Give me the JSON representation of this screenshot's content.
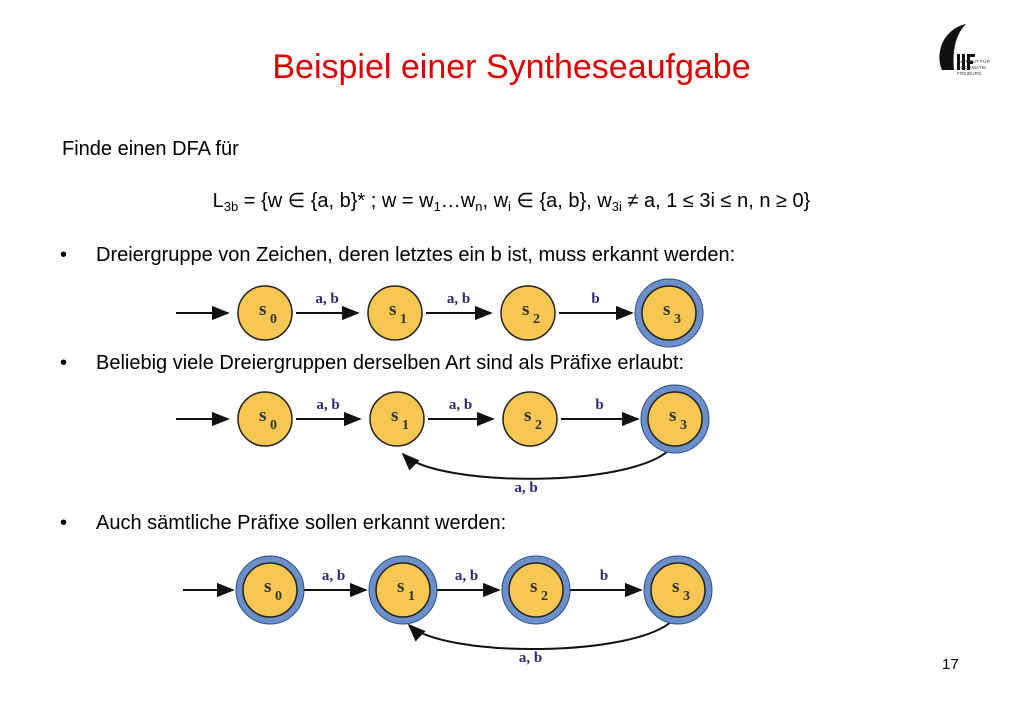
{
  "slide": {
    "title": "Beispiel einer Syntheseaufgabe",
    "intro": "Finde einen DFA für",
    "formula": {
      "L": "L",
      "L_sub": "3b",
      "p1": " = {w ",
      "elem1": "∈",
      "p2": " {a, b}* ; w = w",
      "w_sub1": "1",
      "dots": "…w",
      "w_subn": "n",
      "p3": ", w",
      "w_subi": "i",
      "p4": " ",
      "elem2": "∈",
      "p5": " {a, b}, w",
      "w_sub3i": "3i",
      "p6": " ≠ a, 1 ≤ 3i ≤ n, n ≥ 0}"
    },
    "bullets": [
      "Dreiergruppe von Zeichen, deren letztes ein b ist, muss erkannt werden:",
      "Beliebig viele Dreiergruppen derselben Art sind als Präfixe erlaubt:",
      "Auch sämtliche Präfixe sollen erkannt werden:"
    ],
    "bullet_symbol": "•",
    "page_number": "17",
    "logo": {
      "line1": "INSTITUT FÜR",
      "line2": "INFORMATIK",
      "line3": "FREIBURG"
    }
  },
  "diagrams": [
    {
      "states": [
        {
          "name": "s",
          "sub": "0",
          "accepting": false
        },
        {
          "name": "s",
          "sub": "1",
          "accepting": false
        },
        {
          "name": "s",
          "sub": "2",
          "accepting": false
        },
        {
          "name": "s",
          "sub": "3",
          "accepting": true
        }
      ],
      "edges": [
        "a, b",
        "a, b",
        "b"
      ],
      "back_edge": null
    },
    {
      "states": [
        {
          "name": "s",
          "sub": "0",
          "accepting": false
        },
        {
          "name": "s",
          "sub": "1",
          "accepting": false
        },
        {
          "name": "s",
          "sub": "2",
          "accepting": false
        },
        {
          "name": "s",
          "sub": "3",
          "accepting": true
        }
      ],
      "edges": [
        "a, b",
        "a, b",
        "b"
      ],
      "back_edge": "a, b"
    },
    {
      "states": [
        {
          "name": "s",
          "sub": "0",
          "accepting": true
        },
        {
          "name": "s",
          "sub": "1",
          "accepting": true
        },
        {
          "name": "s",
          "sub": "2",
          "accepting": true
        },
        {
          "name": "s",
          "sub": "3",
          "accepting": true
        }
      ],
      "edges": [
        "a, b",
        "a, b",
        "b"
      ],
      "back_edge": "a, b"
    }
  ],
  "colors": {
    "title": "#e00000",
    "state_fill": "#f6c853",
    "state_stroke": "#222222",
    "accept_ring": "#6b8fc8",
    "edge_label": "#2a2a78"
  }
}
